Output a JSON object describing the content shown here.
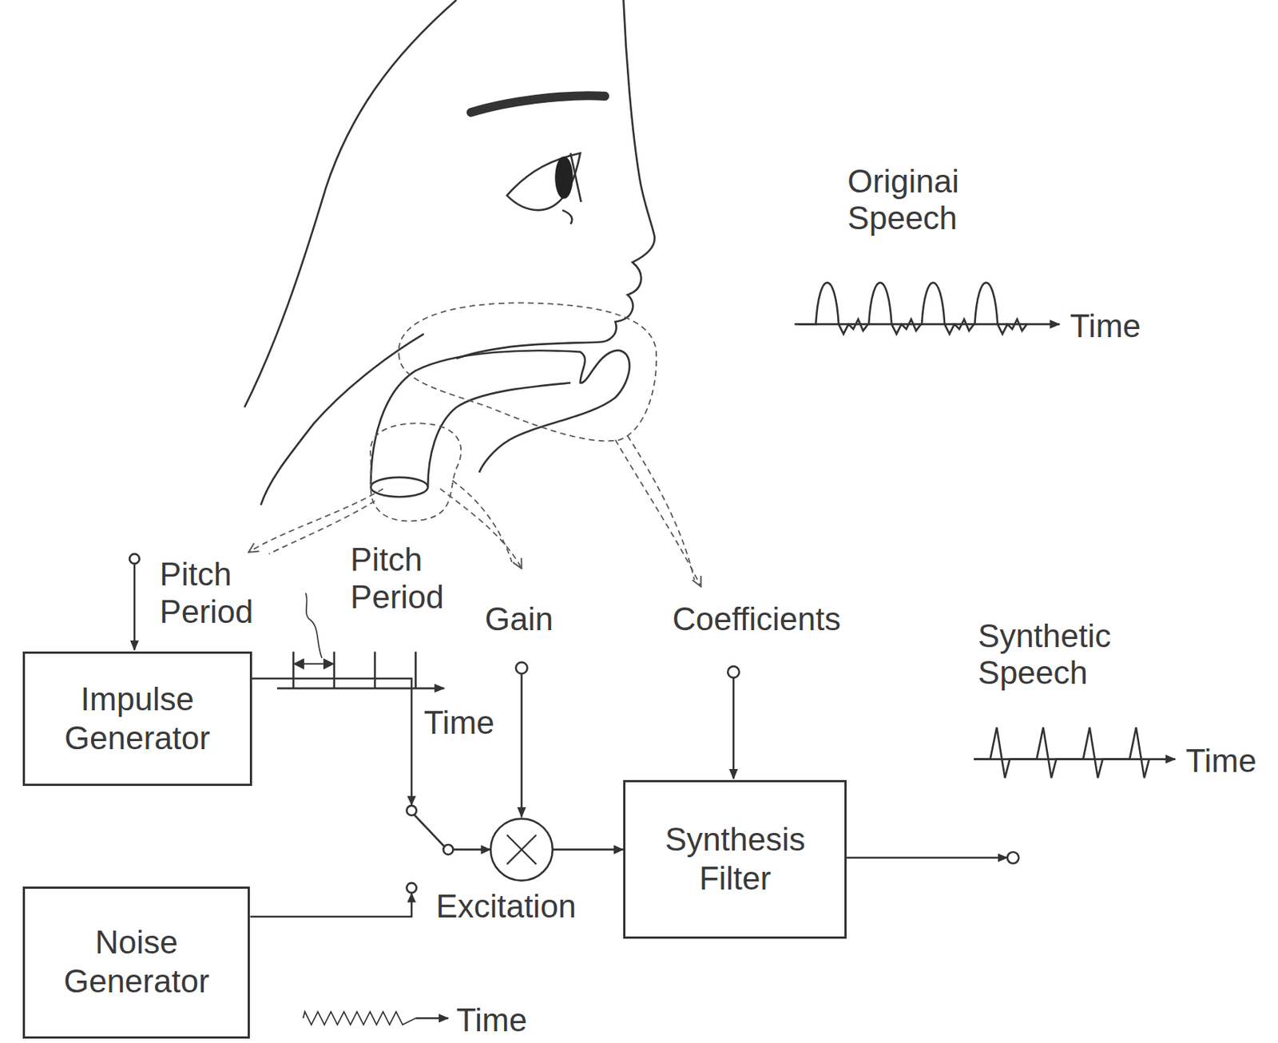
{
  "diagram": {
    "nodes": [
      {
        "text": [
          "Impulse Generator"
        ]
      },
      {
        "text": [
          "Noise Generator"
        ]
      },
      {
        "text": [
          "Synthesis Filter"
        ]
      }
    ],
    "edges": [
      {
        "from": 0,
        "to": 2,
        "arrow": "to"
      },
      {
        "from": 1,
        "to": 2,
        "arrow": "to"
      }
    ],
    "labels": [
      "Originai Speech",
      "Time",
      "Pitch Period",
      "Pitch Period",
      "Gain",
      "Coefficients",
      "Synthetic Speech",
      "Time",
      "Time",
      "Excitation",
      "Time"
    ]
  }
}
